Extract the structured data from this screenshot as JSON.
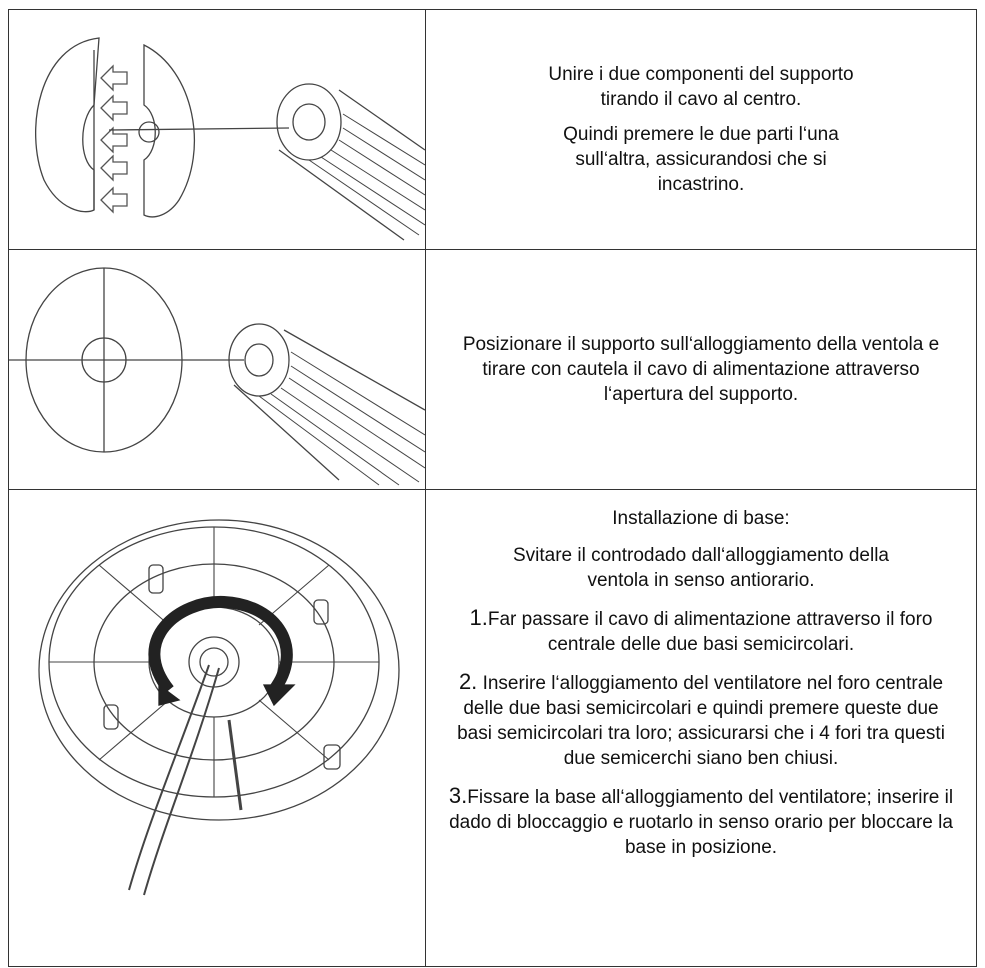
{
  "rows": [
    {
      "paragraphs": [
        "Unire i due componenti del supporto tirando il cavo al centro.",
        "Quindi premere le due parti l‘una sull‘altra, assicurandosi che si incastrino."
      ]
    },
    {
      "paragraphs": [
        "Posizionare il supporto sull‘alloggiamento della ventola e tirare con cautela il cavo di alimentazione attraverso l‘apertura del supporto."
      ]
    },
    {
      "heading": "Installazione di base:",
      "intro": "Svitare il controdado dall‘alloggiamento della ventola in senso antiorario.",
      "steps": [
        {
          "num": "1.",
          "text": "Far passare il cavo di alimentazione attraverso il foro centrale delle due basi semicircolari."
        },
        {
          "num": "2.",
          "text": " Inserire l‘alloggiamento del ventilatore nel foro centrale delle due basi semicircolari e quindi premere queste due basi semicircolari tra loro; assicurarsi che i 4 fori tra questi due semicerchi siano ben chiusi."
        },
        {
          "num": "3.",
          "text": "Fissare la base all‘alloggiamento del ventilatore; inserire il dado di bloccaggio e ruotarlo in senso orario per bloccare la base in posizione."
        }
      ]
    }
  ]
}
